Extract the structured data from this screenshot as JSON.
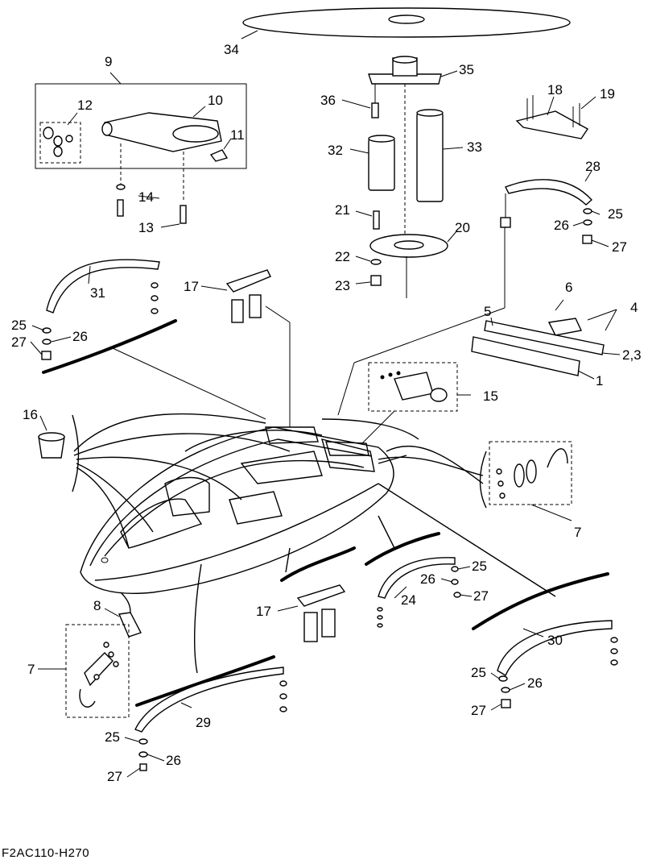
{
  "diagram_code": "F2AC110-H270",
  "callouts": {
    "c1": "1",
    "c23": "2,3",
    "c4": "4",
    "c5": "5",
    "c6": "6",
    "c7a": "7",
    "c7b": "7",
    "c8": "8",
    "c9": "9",
    "c10": "10",
    "c11": "11",
    "c12": "12",
    "c13": "13",
    "c14": "14",
    "c15": "15",
    "c16": "16",
    "c17a": "17",
    "c17b": "17",
    "c18": "18",
    "c19": "19",
    "c20": "20",
    "c21": "21",
    "c22": "22",
    "c23n": "23",
    "c24": "24",
    "c25a": "25",
    "c25b": "25",
    "c25c": "25",
    "c25d": "25",
    "c25e": "25",
    "c26a": "26",
    "c26b": "26",
    "c26c": "26",
    "c26d": "26",
    "c26e": "26",
    "c27a": "27",
    "c27b": "27",
    "c27c": "27",
    "c27d": "27",
    "c27e": "27",
    "c28": "28",
    "c29": "29",
    "c30": "30",
    "c31": "31",
    "c32": "32",
    "c33": "33",
    "c34": "34",
    "c35": "35",
    "c36": "36"
  }
}
